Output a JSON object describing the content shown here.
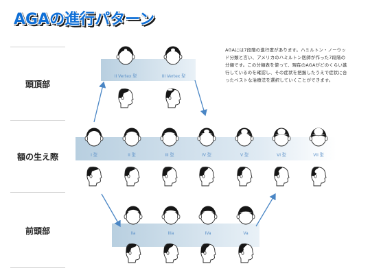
{
  "title": "AGAの進行パターン",
  "description": "AGAには7段階の進行度があります。ハミルトン・ノーウッド分類と言い、アメリカのハミルトン医師が作った7段階の分類です。この分類表を使って、現在のAGAがどのくらい進行しているのを確認し、その症状を把握したうえで症状に合ったベストな治療法を選択していくことができます。",
  "rows": {
    "crown": "頭頂部",
    "hairline": "額の生え際",
    "frontal": "前頭部"
  },
  "crown_types": [
    "II Vertex 型",
    "III Vertex 型"
  ],
  "hairline_types": [
    "I 型",
    "II 型",
    "III 型",
    "IV 型",
    "V 型",
    "VI 型",
    "VII 型"
  ],
  "frontal_types": [
    "IIa",
    "IIIa",
    "IVa",
    "Va"
  ],
  "colors": {
    "title": "#0f6fd6",
    "label": "#5a90c8",
    "arrow": "#4a86c5",
    "band": "#b8cfe0"
  }
}
